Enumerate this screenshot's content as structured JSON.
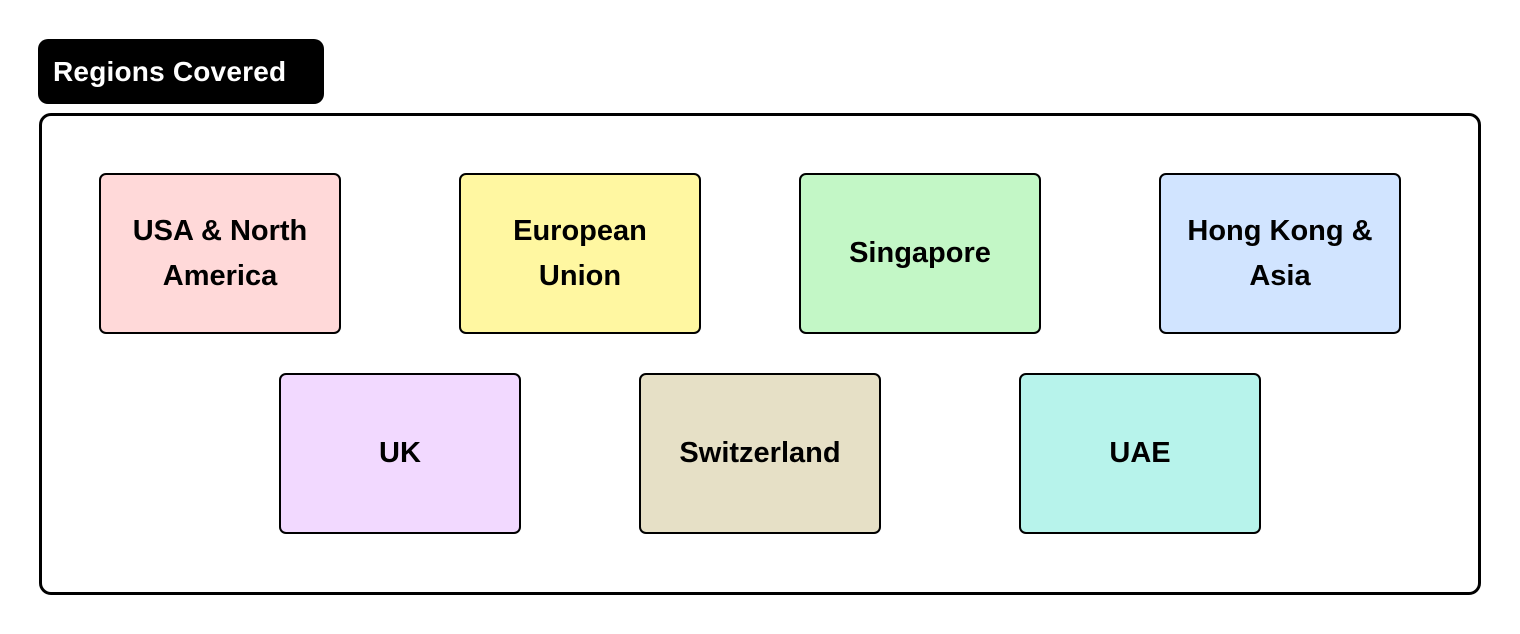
{
  "title": "Regions Covered",
  "regions": [
    {
      "label": "USA & North America",
      "color": "#FFD9D9"
    },
    {
      "label": "European Union",
      "color": "#FFF7A1"
    },
    {
      "label": "Singapore",
      "color": "#C3F7C6"
    },
    {
      "label": "Hong Kong & Asia",
      "color": "#D1E4FF"
    },
    {
      "label": "UK",
      "color": "#F2D9FF"
    },
    {
      "label": "Switzerland",
      "color": "#E6E0C6"
    },
    {
      "label": "UAE",
      "color": "#B7F3EB"
    }
  ]
}
